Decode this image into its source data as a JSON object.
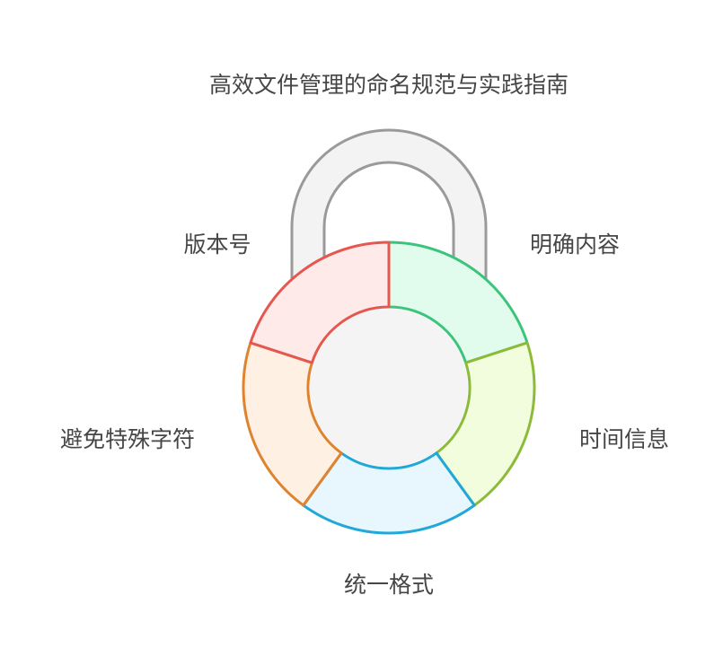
{
  "title": "高效文件管理的命名规范与实践指南",
  "segments": [
    {
      "label": "明确内容",
      "stroke": "#3cc47c",
      "fill": "#e1fced"
    },
    {
      "label": "时间信息",
      "stroke": "#8cbb3a",
      "fill": "#f1fddc"
    },
    {
      "label": "统一格式",
      "stroke": "#22a8d8",
      "fill": "#e7f7fd"
    },
    {
      "label": "避免特殊字符",
      "stroke": "#de832f",
      "fill": "#fff0e4"
    },
    {
      "label": "版本号",
      "stroke": "#e5574f",
      "fill": "#ffeaea"
    }
  ],
  "colors": {
    "shackle_stroke": "#9a9a9a",
    "shackle_fill": "#f3f3f3",
    "center_fill": "#f4f4f4"
  }
}
